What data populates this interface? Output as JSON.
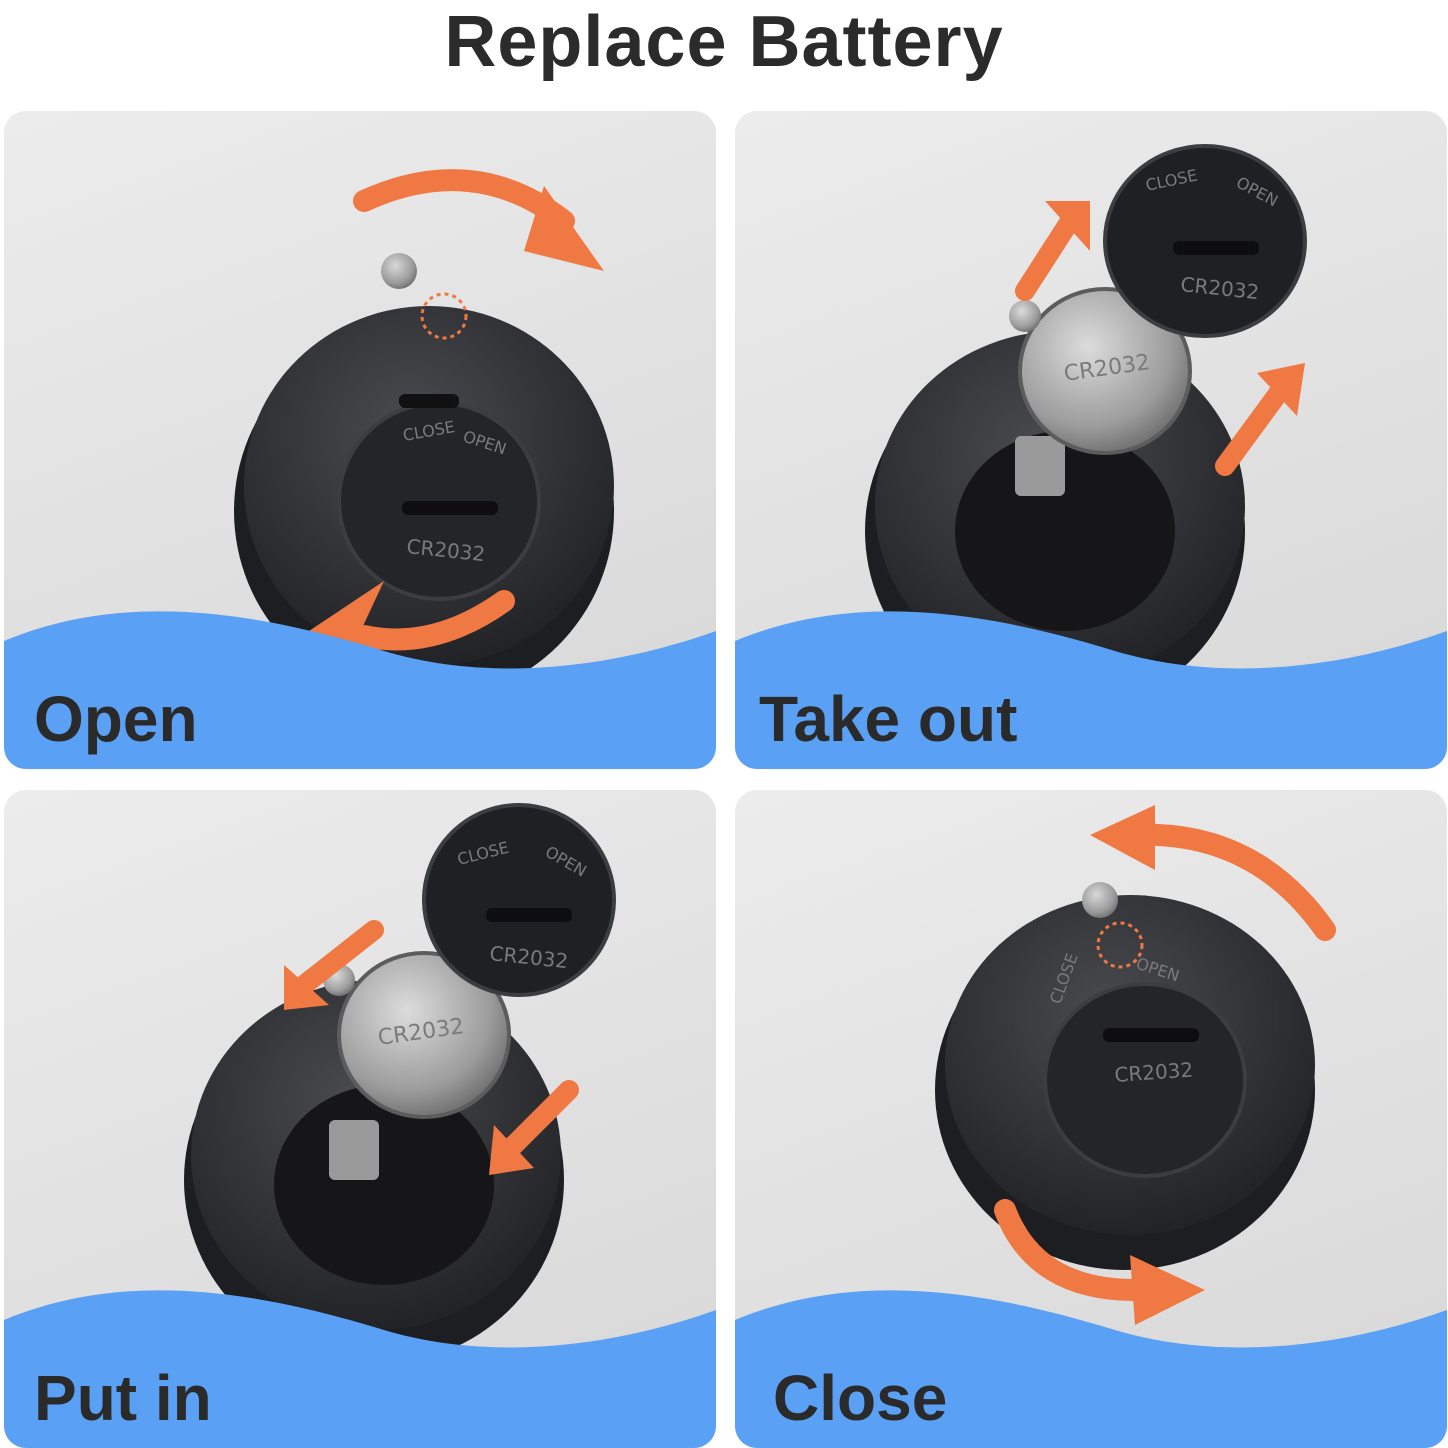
{
  "page": {
    "title": "Replace Battery"
  },
  "steps": [
    {
      "label": "Open"
    },
    {
      "label": "Take out"
    },
    {
      "label": "Put in"
    },
    {
      "label": "Close"
    }
  ],
  "engraving": {
    "close": "CLOSE",
    "open": "OPEN",
    "battery_model": "CR2032"
  },
  "colors": {
    "arrow": "#f07843",
    "wave": "#5aa0f4",
    "panel_bg": "#e2e2e2",
    "device": "#2c2d30",
    "title_text": "#2b2b2b"
  }
}
